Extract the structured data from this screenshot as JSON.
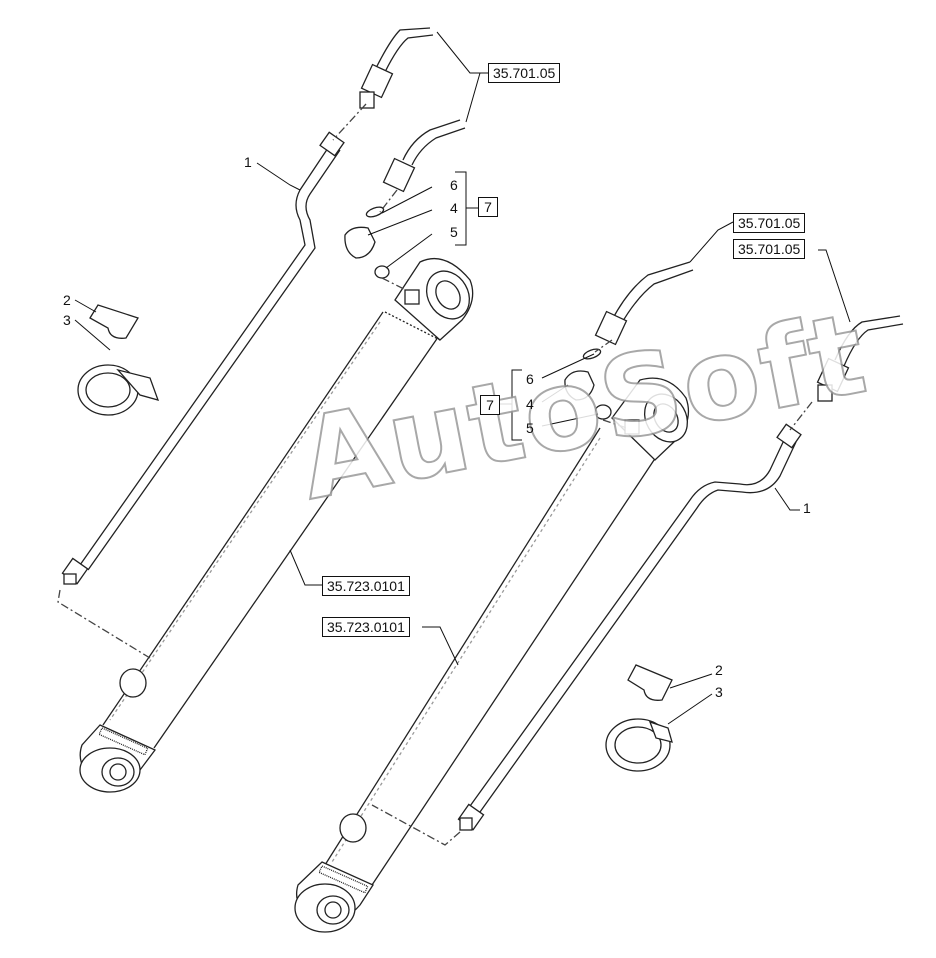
{
  "diagram": {
    "watermark": "AutoSoft",
    "left_assembly": {
      "callouts": {
        "pipe": "1",
        "clip": "2",
        "clamp": "3",
        "fitting": "4",
        "seal_lower": "5",
        "seal_upper": "6",
        "kit": "7"
      },
      "refs": {
        "hose": "35.701.05",
        "cylinder": "35.723.0101"
      }
    },
    "right_assembly": {
      "callouts": {
        "pipe": "1",
        "clip": "2",
        "clamp": "3",
        "fitting": "4",
        "seal_lower": "5",
        "seal_upper": "6",
        "kit": "7"
      },
      "refs": {
        "hose_a": "35.701.05",
        "hose_b": "35.701.05",
        "cylinder": "35.723.0101"
      }
    }
  }
}
